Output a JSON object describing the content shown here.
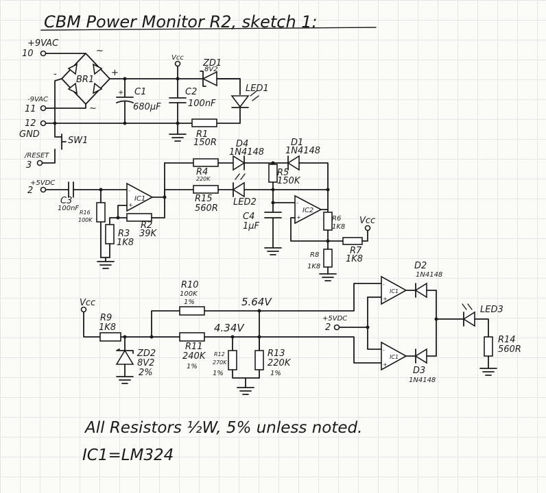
{
  "title": "CBM Power Monitor R2, sketch 1:",
  "connector": {
    "pin10": "10",
    "pin11": "11",
    "pin12": "12",
    "pin3": "3",
    "pin2_top": "2",
    "pin2_bottom": "2",
    "plus9vac": "+9VAC",
    "minus9vac": "-9VAC",
    "gnd": "GND",
    "reset": "/RESET",
    "plus5vdc_top": "+5VDC",
    "plus5vdc_bottom": "+5VDC"
  },
  "bridge": {
    "name": "BR1",
    "plus": "+",
    "minus": "-",
    "ac1": "~",
    "ac2": "~"
  },
  "vcc": {
    "top": "Vcc",
    "right": "Vcc",
    "bottom": "Vcc"
  },
  "c1": {
    "name": "C1",
    "value": "680µF",
    "plus": "+"
  },
  "c2": {
    "name": "C2",
    "value": "100nF"
  },
  "c3": {
    "name": "C3",
    "value": "100nF"
  },
  "c4": {
    "name": "C4",
    "value": "1µF"
  },
  "zd1": {
    "name": "ZD1",
    "value": "8V2"
  },
  "zd2": {
    "name": "ZD2",
    "value": "8V2",
    "tol": "2%"
  },
  "led1": {
    "name": "LED1"
  },
  "led2": {
    "name": "LED2"
  },
  "led3": {
    "name": "LED3"
  },
  "sw1": {
    "name": "SW1"
  },
  "r1": {
    "name": "R1",
    "value": "150R"
  },
  "r2": {
    "name": "R2",
    "value": "39K"
  },
  "r3": {
    "name": "R3",
    "value": "1K8"
  },
  "r4": {
    "name": "R4",
    "value": "220K"
  },
  "r5": {
    "name": "R5",
    "value": "150K"
  },
  "r6": {
    "name": "R6",
    "value": "1K8"
  },
  "r7": {
    "name": "R7",
    "value": "1K8"
  },
  "r8": {
    "name": "R8",
    "value": "1K8"
  },
  "r9": {
    "name": "R9",
    "value": "1K8"
  },
  "r10": {
    "name": "R10",
    "value": "100K",
    "tol": "1%"
  },
  "r11": {
    "name": "R11",
    "value": "240K",
    "tol": "1%"
  },
  "r12": {
    "name": "R12",
    "value": "270K",
    "tol": "1%"
  },
  "r13": {
    "name": "R13",
    "value": "220K",
    "tol": "1%"
  },
  "r14": {
    "name": "R14",
    "value": "560R"
  },
  "r15": {
    "name": "R15",
    "value": "560R"
  },
  "r16": {
    "name": "R16",
    "value": "100K"
  },
  "d1": {
    "name": "D1",
    "value": "1N4148"
  },
  "d2": {
    "name": "D2",
    "value": "1N4148"
  },
  "d3": {
    "name": "D3",
    "value": "1N4148"
  },
  "d4": {
    "name": "D4",
    "value": "1N4148"
  },
  "opamp": {
    "ic1": "IC1",
    "ic2": "IC2",
    "plus": "+",
    "minus": "-"
  },
  "voltages": {
    "upper": "5.64V",
    "lower": "4.34V"
  },
  "notes": {
    "resistors": "All Resistors ½W, 5% unless noted.",
    "ic": "IC1=LM324"
  }
}
